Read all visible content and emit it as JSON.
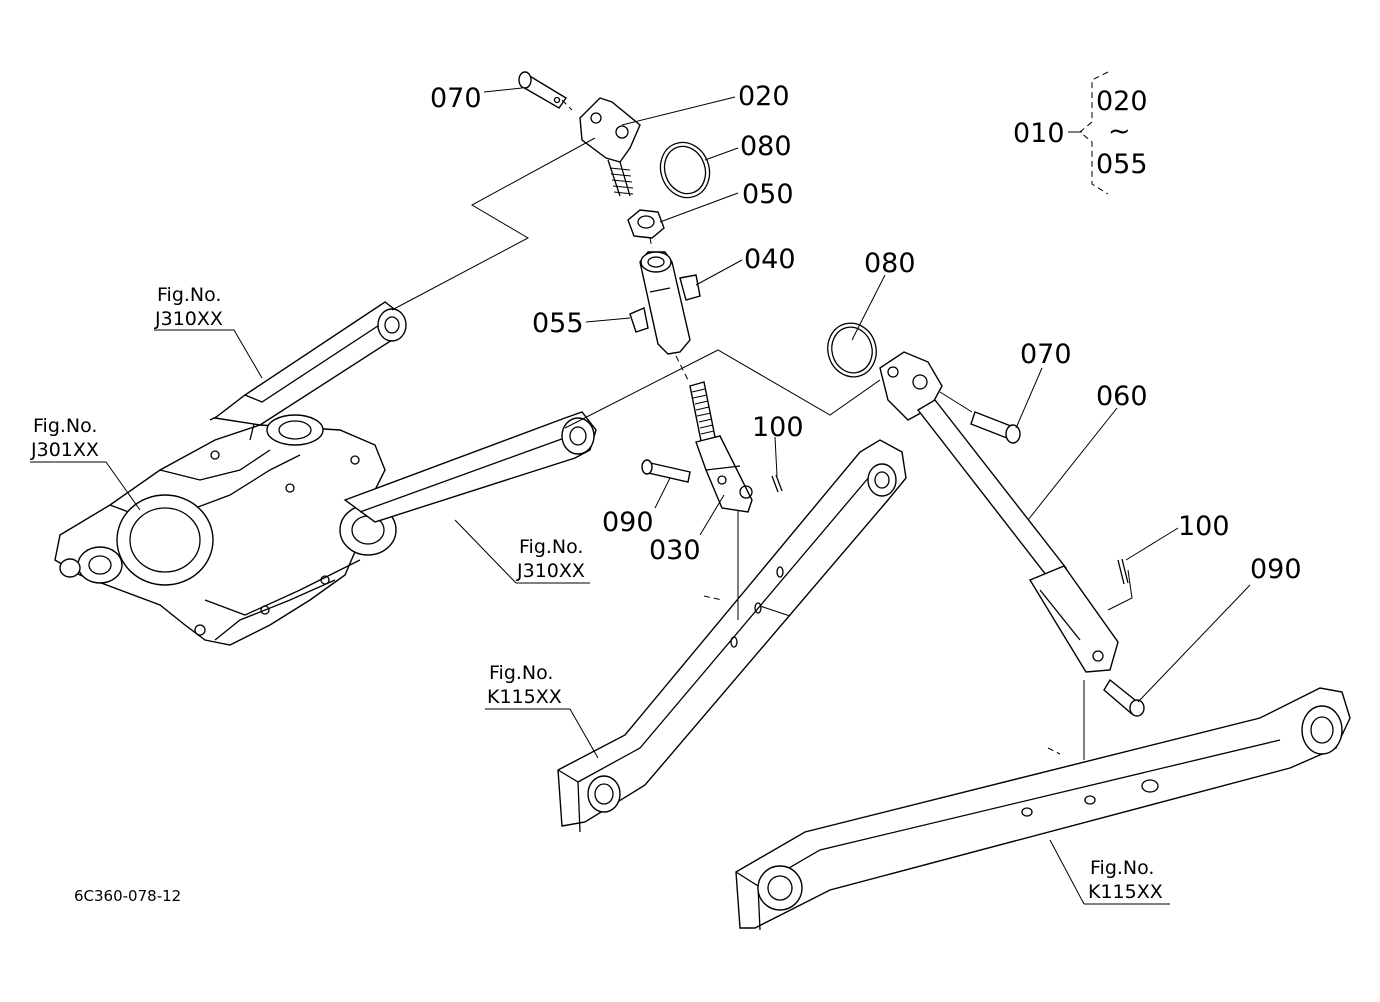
{
  "callouts": {
    "p070_top": "070",
    "p020": "020",
    "p080_top": "080",
    "p050": "050",
    "p040": "040",
    "p055": "055",
    "p080_right": "080",
    "p070_right": "070",
    "p060": "060",
    "p100_mid": "100",
    "p090_mid": "090",
    "p030": "030",
    "p100_right": "100",
    "p090_right": "090"
  },
  "assembly": {
    "parent": "010",
    "from": "020",
    "range_symbol": "~",
    "to": "055"
  },
  "fig_refs": [
    {
      "line1": "Fig.No.",
      "line2": "J310XX"
    },
    {
      "line1": "Fig.No.",
      "line2": "J301XX"
    },
    {
      "line1": "Fig.No.",
      "line2": "J310XX"
    },
    {
      "line1": "Fig.No.",
      "line2": "K115XX"
    },
    {
      "line1": "Fig.No.",
      "line2": "K115XX"
    }
  ],
  "drawing_code": "6C360-078-12"
}
